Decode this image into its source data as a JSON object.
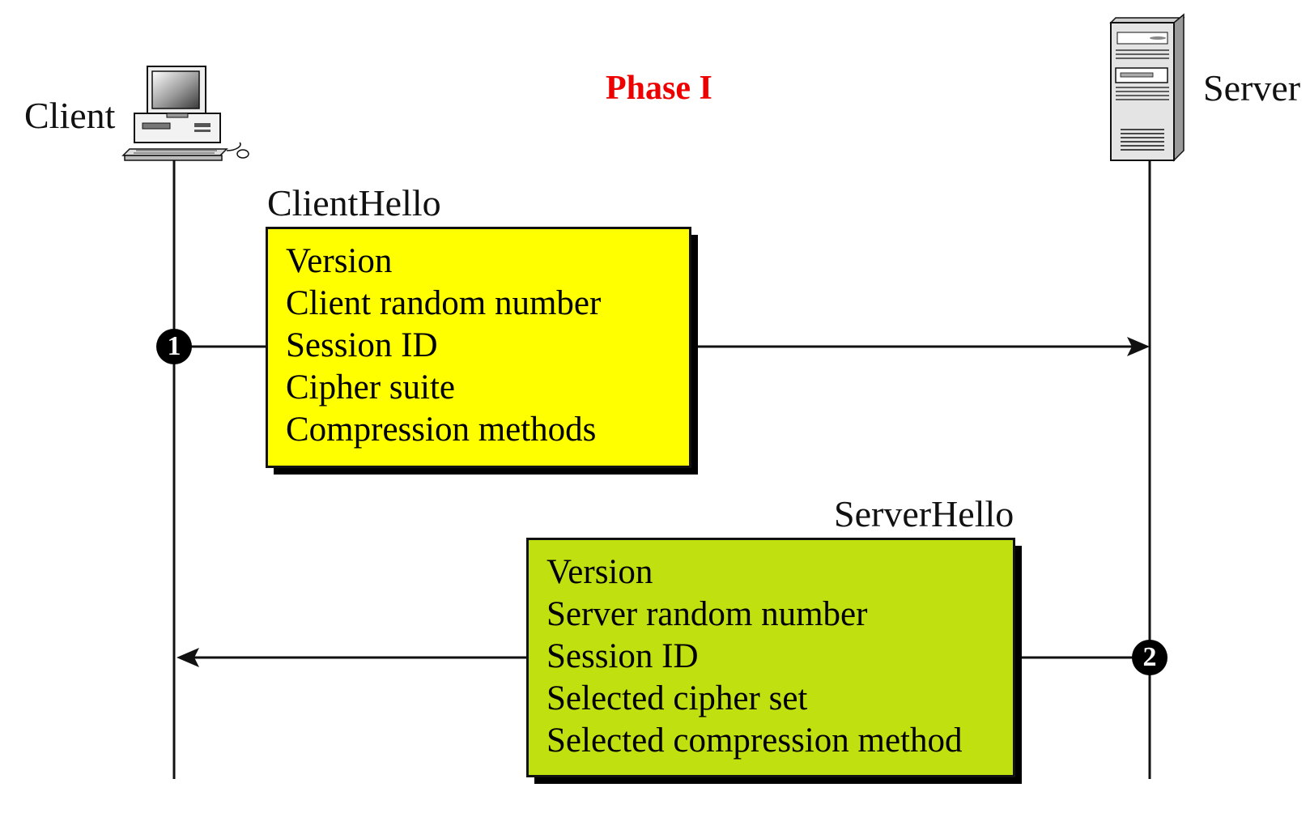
{
  "title": "Phase I",
  "colors": {
    "title": "#ee0000",
    "client_hello_fill": "#ffff00",
    "server_hello_fill": "#c0e010",
    "line": "#111111"
  },
  "participants": {
    "client": {
      "label": "Client",
      "icon": "desktop-computer-icon"
    },
    "server": {
      "label": "Server",
      "icon": "tower-server-icon"
    }
  },
  "messages": [
    {
      "step": "1",
      "name": "ClientHello",
      "direction": "client-to-server",
      "fields": [
        "Version",
        "Client random number",
        "Session ID",
        "Cipher suite",
        "Compression methods"
      ]
    },
    {
      "step": "2",
      "name": "ServerHello",
      "direction": "server-to-client",
      "fields": [
        "Version",
        "Server random number",
        "Session ID",
        "Selected cipher set",
        "Selected compression method"
      ]
    }
  ]
}
